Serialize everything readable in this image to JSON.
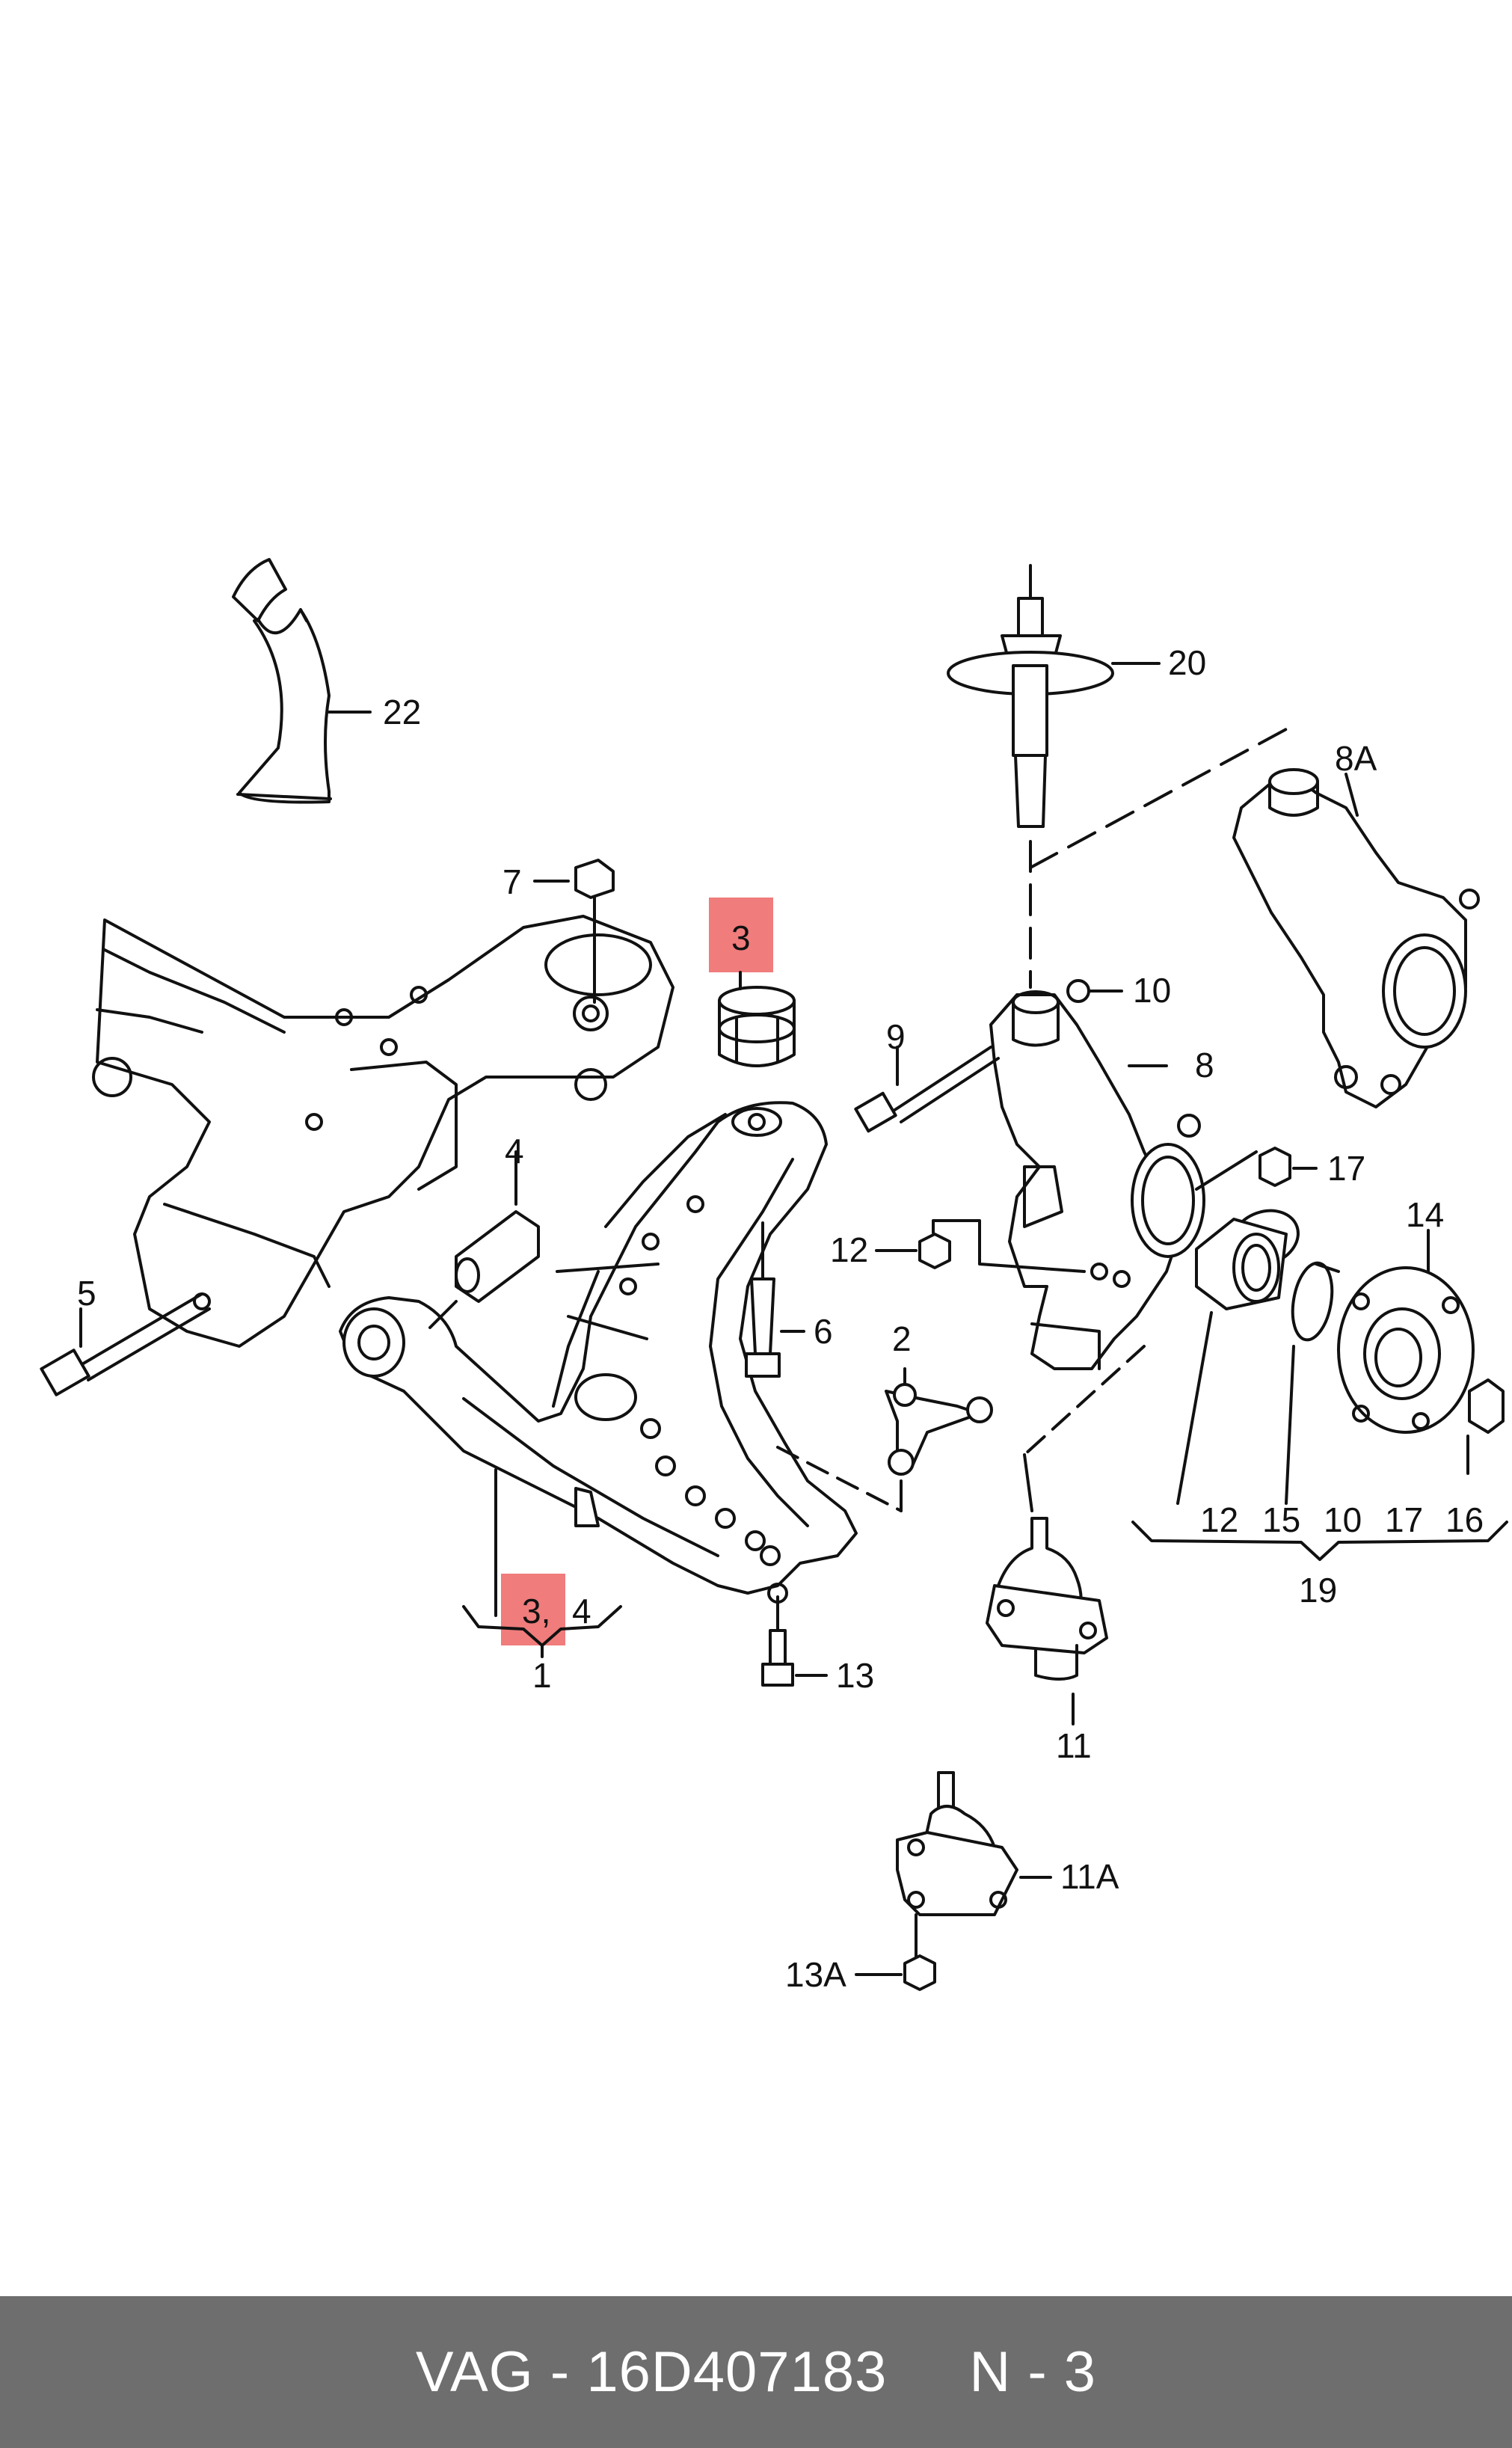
{
  "diagram": {
    "callouts": {
      "c22": "22",
      "c20": "20",
      "c8a": "8A",
      "c7": "7",
      "c3_top": "3",
      "c10": "10",
      "c9": "9",
      "c8": "8",
      "c4": "4",
      "c17": "17",
      "c14": "14",
      "c12_left": "12",
      "c5": "5",
      "c6": "6",
      "c2": "2",
      "c12_bottom": "12",
      "c15": "15",
      "c10_bottom": "10",
      "c17_bottom": "17",
      "c16": "16",
      "c19": "19",
      "c3_bottom": "3,",
      "c4_bottom": "4",
      "c1": "1",
      "c13": "13",
      "c11": "11",
      "c11a": "11A",
      "c13a": "13A"
    },
    "highlight_color": "#f07c7c",
    "line_color": "#111111"
  },
  "footer": {
    "brand": "VAG",
    "separator": "-",
    "part_number": "16D407183",
    "position_label": "N - 3",
    "background": "#6e6e6e"
  }
}
